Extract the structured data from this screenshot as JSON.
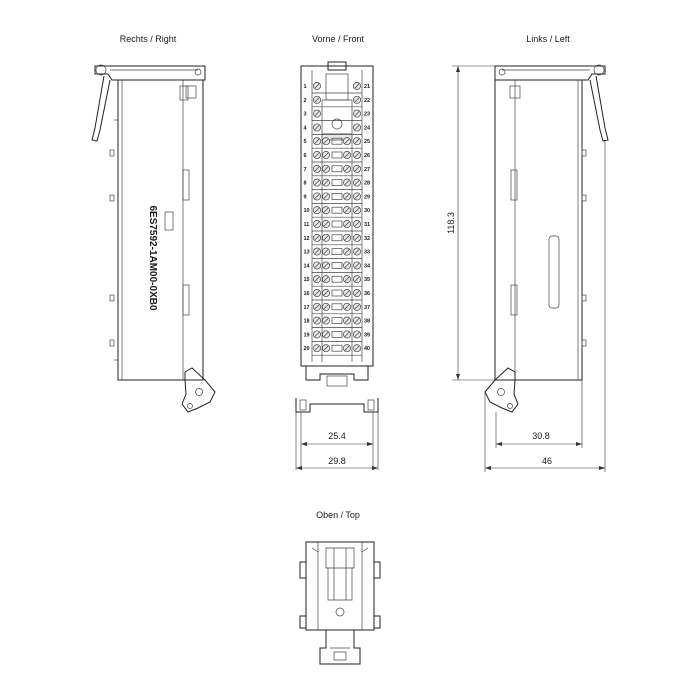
{
  "views": {
    "right_label": "Rechts / Right",
    "front_label": "Vorne / Front",
    "left_label": "Links / Left",
    "top_label": "Oben / Top"
  },
  "part_number": "6ES7592-1AM00-0XB0",
  "dimensions": {
    "front_inner_width": "25.4",
    "front_outer_width": "29.8",
    "height": "118.3",
    "left_inner_depth": "30.8",
    "left_depth": "46"
  },
  "terminals": {
    "left_column": [
      "1",
      "2",
      "3",
      "4",
      "5",
      "6",
      "7",
      "8",
      "9",
      "10",
      "11",
      "12",
      "13",
      "14",
      "15",
      "16",
      "17",
      "18",
      "19",
      "20"
    ],
    "right_column": [
      "21",
      "22",
      "23",
      "24",
      "25",
      "26",
      "27",
      "28",
      "29",
      "30",
      "31",
      "32",
      "33",
      "34",
      "35",
      "36",
      "37",
      "38",
      "39",
      "40"
    ]
  }
}
